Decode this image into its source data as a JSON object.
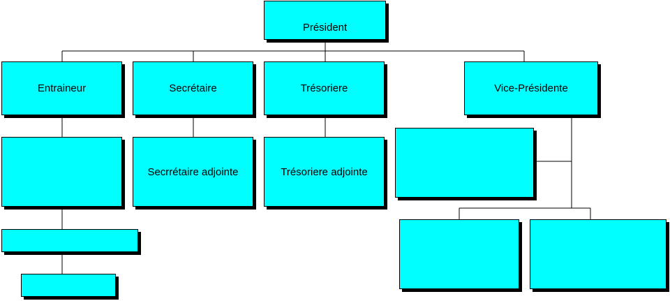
{
  "org_chart": {
    "nodes": {
      "president": {
        "label": "Président"
      },
      "entraineur": {
        "label": "Entraineur"
      },
      "secretaire": {
        "label": "Secrétaire"
      },
      "tresoriere": {
        "label": "Trésoriere"
      },
      "vice_presidente": {
        "label": "Vice-Présidente"
      },
      "secretaire_adjointe": {
        "label": "Secrrétaire adjointe"
      },
      "tresoriere_adjointe": {
        "label": "Trésoriere adjointe"
      },
      "entraineur_sub_1": {
        "label": ""
      },
      "entraineur_sub_2": {
        "label": ""
      },
      "entraineur_sub_3": {
        "label": ""
      },
      "vice_sub_1": {
        "label": ""
      },
      "vice_sub_2": {
        "label": ""
      },
      "vice_sub_3": {
        "label": ""
      }
    },
    "colors": {
      "box_fill": "#00ffff",
      "box_border": "#000000",
      "shadow": "#000000",
      "connector": "#000000"
    }
  }
}
